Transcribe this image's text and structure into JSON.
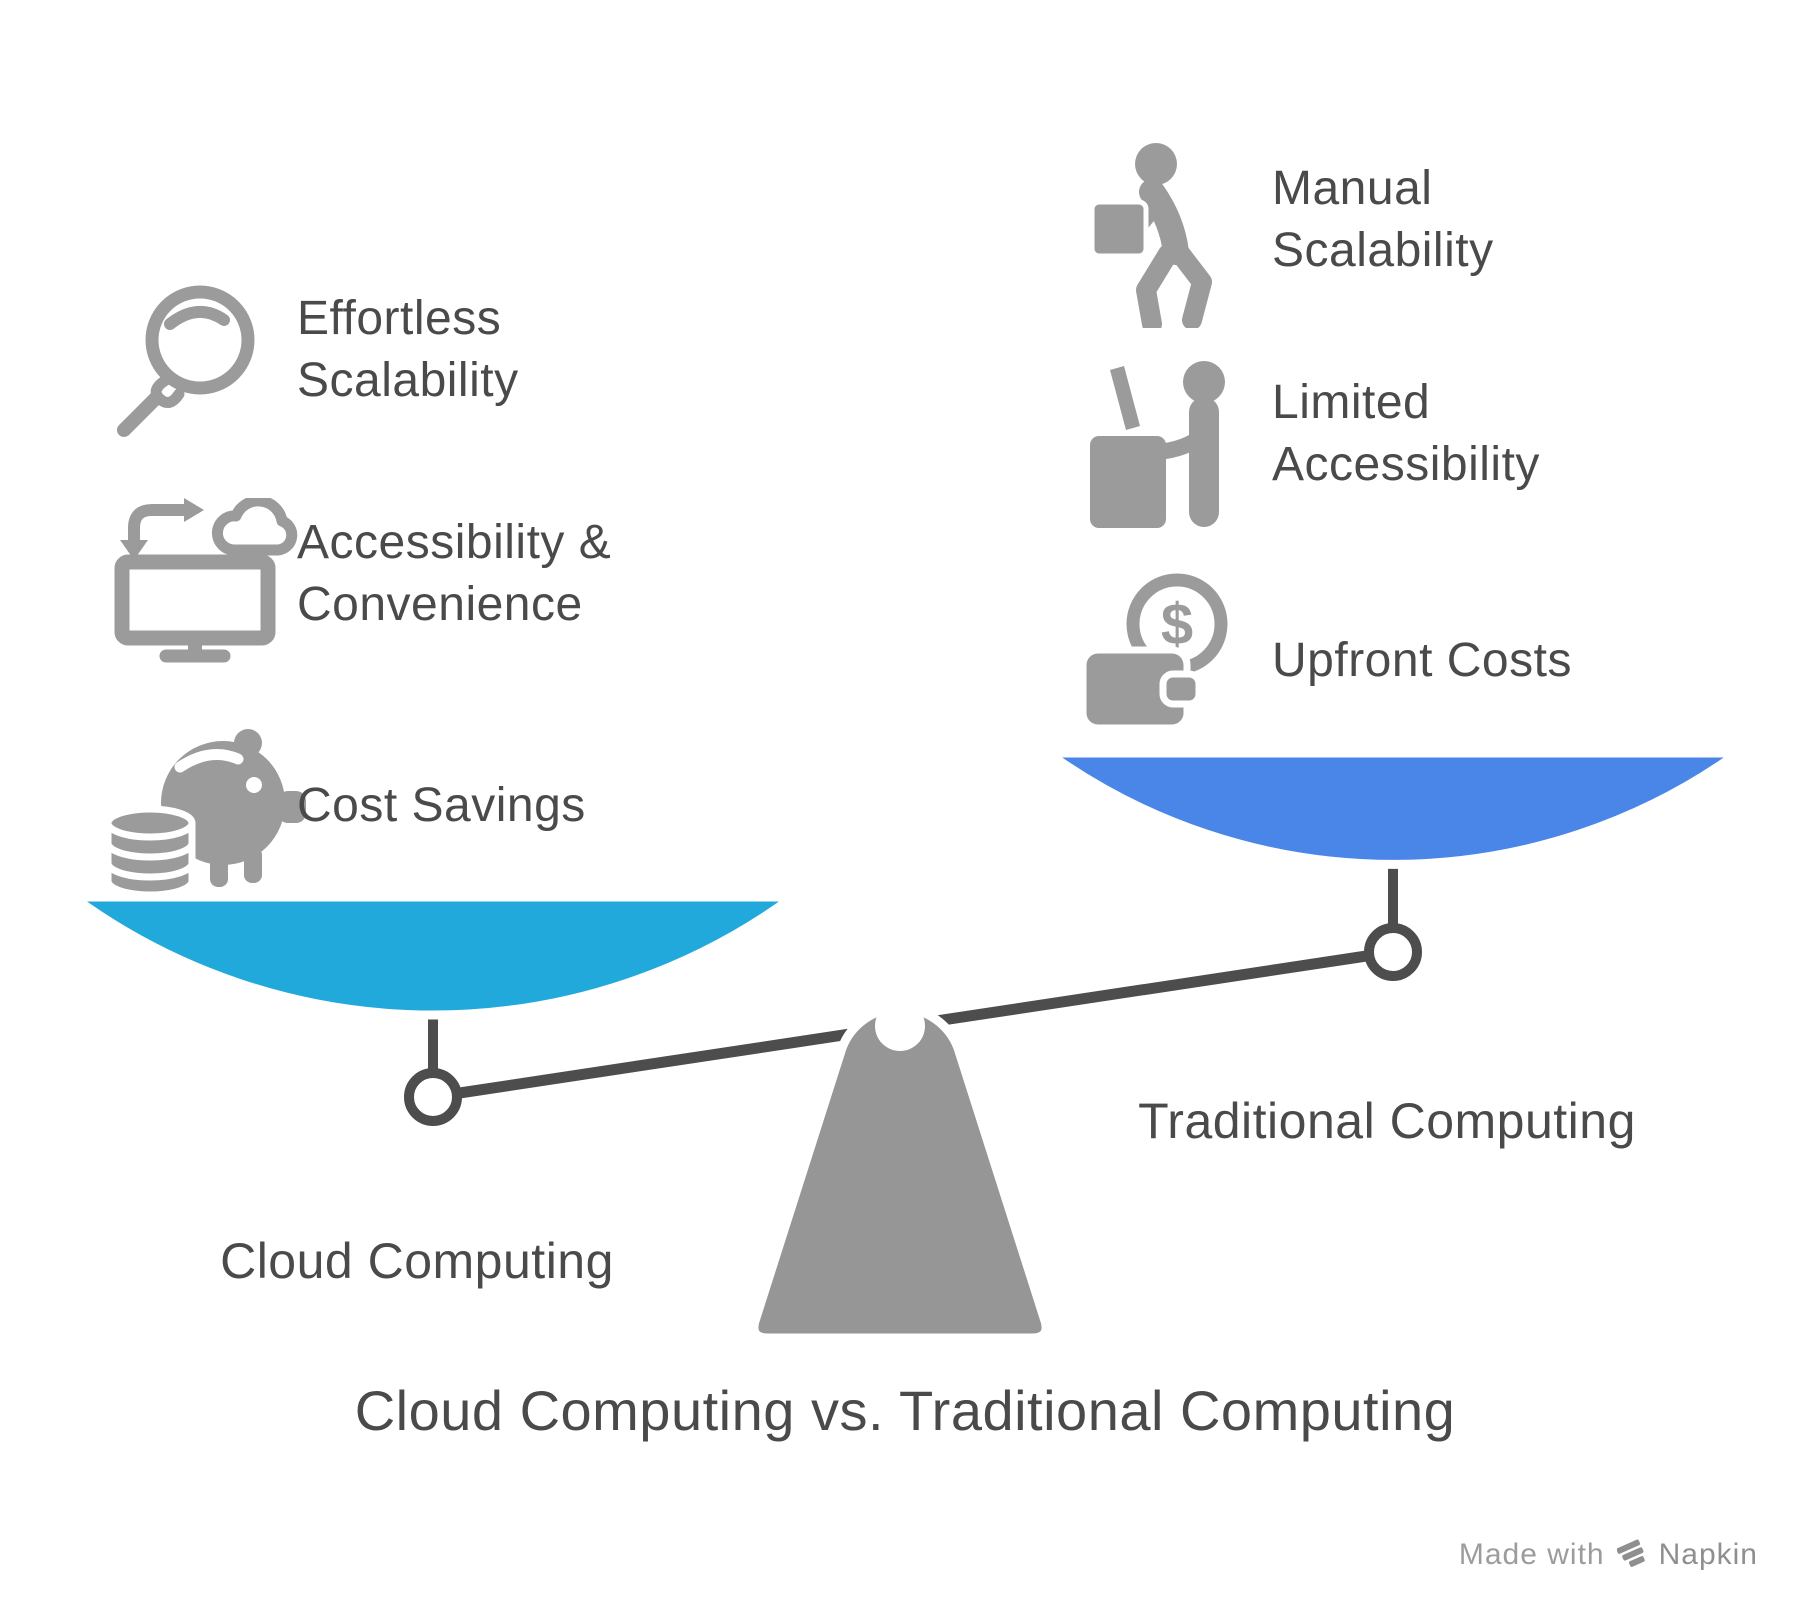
{
  "title": "Cloud Computing vs. Traditional Computing",
  "left_panel": {
    "pan_label": "Cloud Computing",
    "pan_color": "#22A9DC",
    "items": [
      {
        "icon": "balloon-icon",
        "lines": [
          "Effortless",
          "Scalability"
        ]
      },
      {
        "icon": "cloud-sync-monitor-icon",
        "lines": [
          "Accessibility &",
          "Convenience"
        ]
      },
      {
        "icon": "piggy-bank-icon",
        "lines": [
          "Cost Savings"
        ]
      }
    ]
  },
  "right_panel": {
    "pan_label": "Traditional Computing",
    "pan_color": "#4A86E8",
    "items": [
      {
        "icon": "person-carrying-box-icon",
        "lines": [
          "Manual",
          "Scalability"
        ]
      },
      {
        "icon": "person-at-desk-icon",
        "lines": [
          "Limited",
          "Accessibility"
        ]
      },
      {
        "icon": "wallet-dollar-icon",
        "lines": [
          "Upfront Costs"
        ]
      }
    ]
  },
  "icons": {
    "dollar_glyph": "$"
  },
  "colors": {
    "icon_gray": "#9B9B9B",
    "text_gray": "#4A4A4A",
    "fulcrum_gray": "#969696",
    "beam_gray": "#4D4D4D",
    "left_pan": "#22A9DC",
    "right_pan": "#4A86E8"
  },
  "footer": {
    "made_with": "Made with",
    "brand": "Napkin"
  }
}
